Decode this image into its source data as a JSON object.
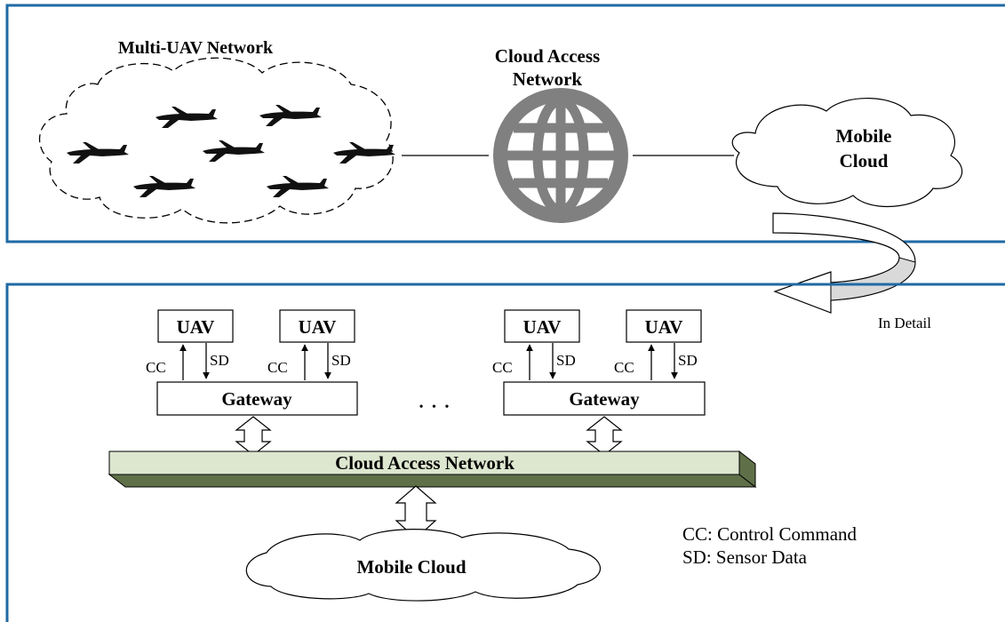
{
  "overview": {
    "uav_cloud_label": "Multi-UAV Network",
    "access_label_line1": "Cloud Access",
    "access_label_line2": "Network",
    "mobile_cloud_line1": "Mobile",
    "mobile_cloud_line2": "Cloud",
    "uav_count": 7
  },
  "transition": {
    "label": "In Detail"
  },
  "detail": {
    "groups": [
      {
        "uavs": [
          "UAV",
          "UAV"
        ],
        "cc": "CC",
        "sd": "SD",
        "gateway": "Gateway"
      },
      {
        "uavs": [
          "UAV",
          "UAV"
        ],
        "cc": "CC",
        "sd": "SD",
        "gateway": "Gateway"
      }
    ],
    "ellipsis": "• • •",
    "bus_label": "Cloud Access Network",
    "mobile_cloud_label": "Mobile Cloud"
  },
  "legend": [
    "CC: Control Command",
    "SD: Sensor Data"
  ],
  "colors": {
    "panel_border": "#1f6aa5",
    "bus_top": "#dde6cf",
    "bus_side": "#5f7049",
    "globe": "#808080",
    "plane": "#111111"
  }
}
